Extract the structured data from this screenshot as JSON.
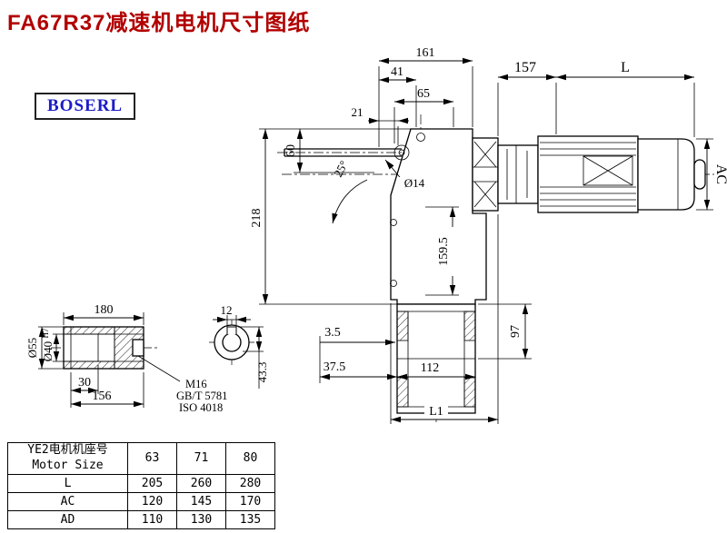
{
  "title": "FA67R37减速机电机尺寸图纸",
  "brand": {
    "logo_text": "BOSERL"
  },
  "colors": {
    "title_red": "#b20000",
    "logo_blue": "#1c1cc8",
    "drawing_black": "#000000"
  },
  "main_view": {
    "dims": {
      "total_length_top": "161",
      "d41": "41",
      "d65": "65",
      "d21": "21",
      "d157": "157",
      "motor_length": "L",
      "d60": "60",
      "d218": "218",
      "shaft_dia": "Ø14",
      "angle": "25°",
      "d159_5": "159.5",
      "d97": "97",
      "motor_dia": "AC",
      "d3_5": "3.5",
      "d37_5": "37.5",
      "d112": "112",
      "length_l1": "L1"
    }
  },
  "shaft_view": {
    "dims": {
      "d180": "180",
      "d12": "12",
      "dia55": "Ø55",
      "dia40": "Ø40",
      "dia40_tol": "H7",
      "d30": "30",
      "d156": "156",
      "d43_3": "43.3"
    },
    "notes": {
      "thread": "M16",
      "standard_gb": "GB/T 5781",
      "standard_iso": "ISO 4018"
    }
  },
  "table": {
    "header": {
      "cn": "YE2电机机座号",
      "en": "Motor Size"
    },
    "frame_sizes": [
      "63",
      "71",
      "80"
    ],
    "rows": [
      {
        "label": "L",
        "values": [
          "205",
          "260",
          "280"
        ]
      },
      {
        "label": "AC",
        "values": [
          "120",
          "145",
          "170"
        ]
      },
      {
        "label": "AD",
        "values": [
          "110",
          "130",
          "135"
        ]
      }
    ]
  }
}
